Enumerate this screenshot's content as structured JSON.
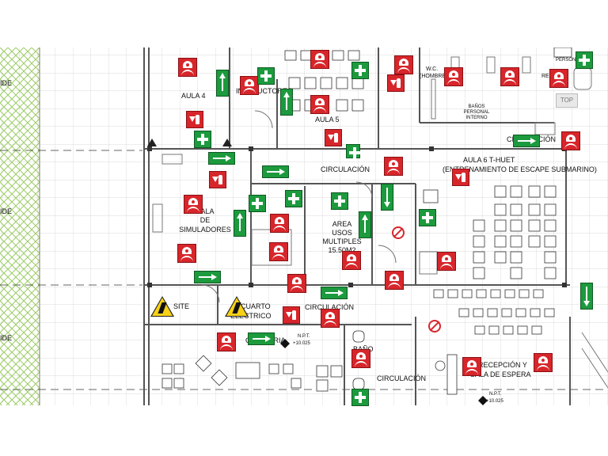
{
  "plan": {
    "rooms": {
      "aula4": "AULA 4",
      "instructores": "INSTRUCTORES",
      "aula5": "AULA 5",
      "wc_hombres_1": "W.C.",
      "wc_hombres_2": "(HOMBRES)",
      "wc_right": "RES",
      "personal_1": "PERSONAL",
      "banos_1": "BAÑOS",
      "banos_2": "PERSONAL",
      "banos_3": "INTERNO",
      "circulacion_top": "CIRCULACIÓN",
      "circulacion_right": "CIRCULACIÓN",
      "aula6_1": "AULA 6  T-HUET",
      "aula6_2": "(ENTRENAMIENTO DE ESCAPE SUBMARINO)",
      "sala_1": "SALA",
      "sala_2": "DE",
      "sala_3": "SIMULADORES",
      "area_1": "AREA",
      "area_2": "USOS",
      "area_3": "MULTIPLES",
      "area_4": "15.50M2",
      "site": "SITE",
      "cuarto_1": "CUARTO",
      "cuarto_2": "ELECTRICO",
      "circulacion_mid": "CIRCULACIÓN",
      "cafeteria": "CAFETERIA",
      "npt1_1": "N.P.T.",
      "npt1_2": "+10.025",
      "bano": "BAÑO",
      "circulacion_bottom": "CIRCULACIÓN",
      "recepcion_1": "RECEPCIÓN Y",
      "recepcion_2": "SALA DE ESPERA",
      "npt2_1": "N.P.T.",
      "npt2_2": "+10.025",
      "left_1": "IDE",
      "left_2": "IDE",
      "left_3": "IDE",
      "top_btn": "TOP"
    }
  },
  "colors": {
    "alarm_red": "#d7262b",
    "safety_green": "#1c9a3d",
    "hazard_yellow": "#f7d117",
    "grid": "#c8c8c8",
    "hatch": "#9ccc65"
  },
  "icons": {
    "alarm": "fire-alarm-icon",
    "extinguisher": "fire-extinguisher-icon",
    "first_aid": "first-aid-icon",
    "exit": "exit-arrow-icon",
    "hazard": "electrical-hazard-icon",
    "no_smoking": "no-smoking-icon"
  }
}
